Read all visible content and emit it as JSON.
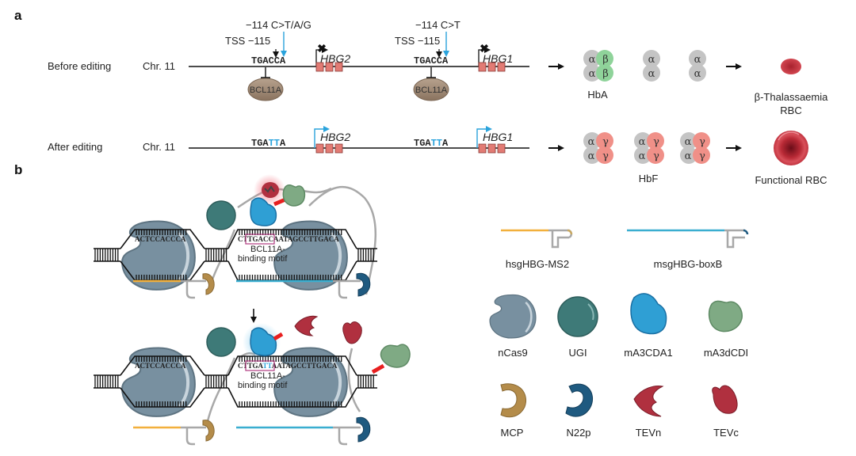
{
  "panels": {
    "a": "a",
    "b": "b"
  },
  "panel_a": {
    "rows": [
      {
        "label": "Before editing",
        "chromosome": "Chr. 11"
      },
      {
        "label": "After editing",
        "chromosome": "Chr. 11"
      }
    ],
    "before": {
      "site1": {
        "mutation": "−114 C>T/A/G",
        "tss": "TSS −115",
        "sequence": "TGACCA",
        "repressor": "BCL11A",
        "gene": "HBG2",
        "transcription": "blocked"
      },
      "site2": {
        "mutation": "−114 C>T",
        "tss": "TSS −115",
        "sequence": "TGACCA",
        "repressor": "BCL11A",
        "gene": "HBG1",
        "transcription": "blocked"
      }
    },
    "after": {
      "site1": {
        "seq_prefix": "TGA",
        "seq_edit": "TT",
        "seq_suffix": "A",
        "gene": "HBG2",
        "transcription": "active"
      },
      "site2": {
        "seq_prefix": "TGA",
        "seq_edit": "TT",
        "seq_suffix": "A",
        "gene": "HBG1",
        "transcription": "active"
      }
    },
    "hemoglobin_before": {
      "label": "HbA",
      "subunits": {
        "alpha": "α",
        "beta": "β"
      }
    },
    "hemoglobin_after": {
      "label": "HbF",
      "subunits": {
        "alpha": "α",
        "gamma": "γ"
      }
    },
    "outcome_before": {
      "line1": "β-Thalassaemia",
      "line2": "RBC"
    },
    "outcome_after": {
      "label": "Functional RBC"
    }
  },
  "panel_b": {
    "top": {
      "left_seq": "ACTCCACCCA",
      "right_seq_prefix": "CT",
      "right_seq_motif": "TGACCA",
      "right_seq_suffix": "ATAGCCTTGACA",
      "motif_label_1": "BCL11A-",
      "motif_label_2": "binding motif"
    },
    "bottom": {
      "left_seq": "ACTCCACCCA",
      "right_seq_prefix": "CT",
      "right_seq_motif_a": "TGA",
      "right_seq_motif_edit": "TT",
      "right_seq_motif_b": "A",
      "right_seq_suffix": "ATAGCCTTGACA",
      "motif_label_1": "BCL11A-",
      "motif_label_2": "binding motif"
    },
    "legend": {
      "guides": [
        {
          "name": "hsgHBG-MS2"
        },
        {
          "name": "msgHBG-boxB"
        }
      ],
      "proteins": [
        {
          "name": "nCas9"
        },
        {
          "name": "UGI"
        },
        {
          "name": "mA3CDA1"
        },
        {
          "name": "mA3dCDI"
        },
        {
          "name": "MCP"
        },
        {
          "name": "N22p"
        },
        {
          "name": "TEVn"
        },
        {
          "name": "TEVc"
        }
      ]
    }
  },
  "colors": {
    "cas9": "#7890a0",
    "ugi": "#3e7a78",
    "deaminase": "#2f9fd4",
    "inhibitor": "#7faa84",
    "mcp": "#b48c4a",
    "n22p": "#1f5a80",
    "tev": "#b0303f",
    "exon": "#e27b74",
    "edit_blue": "#2aa3dc",
    "ms2_guide": "#f2b03c",
    "boxb_guide": "#3aaed0",
    "alpha": "#c4c4c4",
    "beta": "#8fd39a",
    "gamma": "#f09088",
    "bcl11a": "#9d8672",
    "rbc": "#c0303a",
    "motif_box": "#b03a80",
    "linker": "#e82020"
  }
}
